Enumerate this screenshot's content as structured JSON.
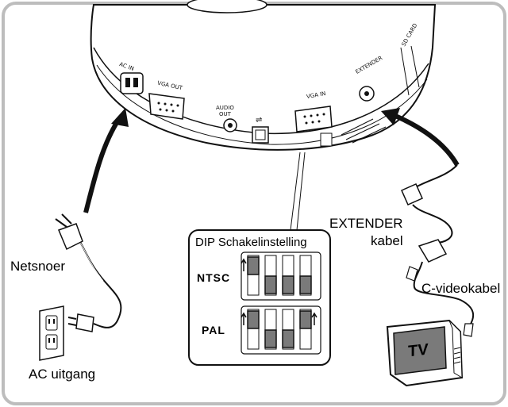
{
  "device_ports": {
    "ac_in": "AC IN",
    "vga_out": "VGA OUT",
    "audio_out": "AUDIO\nOUT",
    "usb_symbol": "⇌",
    "vga_in": "VGA IN",
    "extender": "EXTENDER",
    "sd_card": "SD CARD"
  },
  "labels": {
    "power_cord": "Netsnoer",
    "ac_outlet": "AC uitgang",
    "extender_cable_line1": "EXTENDER",
    "extender_cable_line2": "kabel",
    "composite_cable": "C-videokabel",
    "tv": "TV"
  },
  "dip_panel": {
    "title": "DIP Schakelinstelling",
    "rows": [
      {
        "label": "NTSC",
        "switches": [
          "up",
          "down",
          "down",
          "down"
        ]
      },
      {
        "label": "PAL",
        "switches": [
          "up",
          "down",
          "down",
          "up"
        ]
      }
    ]
  },
  "colors": {
    "frame": "#bdbdbd",
    "switch_fill": "#7a7a7a",
    "cable": "#111111"
  }
}
